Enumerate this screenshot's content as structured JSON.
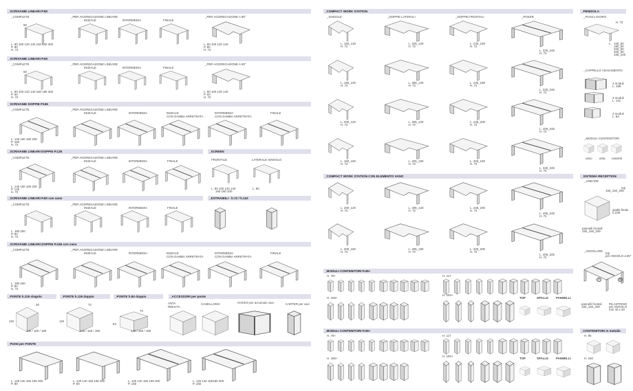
{
  "colors": {
    "header_bg": "#dfe0ec",
    "line": "#555555",
    "panel": "#d9d9d9",
    "top": "#f2f2f2"
  },
  "left": {
    "s1": {
      "title": "_SCRIVANIE LINEARI P.80",
      "complete": "_COMPLETE",
      "linear": "_PER AGGREGAZIONE LINEARE",
      "initial": "INIZIALE",
      "intermediate": "INTERMEDIA",
      "final": "FINALE",
      "a90": "_PER AGGREGAZIONE A 90°",
      "depth": "80",
      "dims": [
        "L.  80 100 120 140 160 180 200",
        "P.  80",
        "H.  72"
      ],
      "dims90": [
        "L.  80 100 120 140",
        "P.  80",
        "H.  72"
      ]
    },
    "s2": {
      "title": "_SCRIVANIE LINEARI P.60",
      "complete": "_COMPLETE",
      "linear": "_PER AGGREGAZIONE LINEARE",
      "initial": "INIZIALE",
      "intermediate": "INTERMEDIA",
      "final": "FINALE",
      "a90": "_PER AGGREGAZIONE A 90°",
      "depth": "60",
      "dims": [
        "L.  80 100 120 140 160 180 200",
        "P.  60",
        "H.  72"
      ],
      "dims90": [
        "L.  80 100 120 140",
        "P.  60",
        "H.  72"
      ]
    },
    "s3": {
      "title": "_SCRIVANIE DOPPIE P165",
      "complete": "_COMPLETE",
      "linear": "_PER AGGREGAZIONE LINEARE",
      "initial": "INIZIALE",
      "intermediate": "INTERMEDIA",
      "initial_back": "INIZIALE",
      "intermediate_back": "INTERMEDIA",
      "back_leg": "CON GAMBA ARRETRATA",
      "final": "FINALE",
      "dims": [
        "L.  140 160 180 200",
        "P.  165",
        "H.  72"
      ]
    },
    "s4": {
      "title": "_SCRIVANIE LINEARI DOPPIE P.125",
      "complete": "_COMPLETE",
      "linear": "_PER AGGREGAZIONE LINEARE",
      "initial": "INIZIALE",
      "intermediate": "INTERMEDIA",
      "final": "FINALE",
      "dims": [
        "L.  140 160 180 200",
        "P.  125",
        "H.  72"
      ]
    },
    "screen": {
      "title": "_SCREEN",
      "front": "FRONTALE",
      "side": "LATERALE SINGOLO",
      "dims_front": [
        "L.  80 100 120 140",
        "160 180 200"
      ],
      "dims_side": "L.  80"
    },
    "s5": {
      "title": "_SCRIVANIE LINEARI P.80 con vano",
      "complete": "_COMPLETE",
      "linear": "_PER AGGREGAZIONE LINEARE",
      "initial": "INIZIALE",
      "intermediate": "INTERMEDIA",
      "final": "FINALE",
      "dims": [
        "L.  180 200",
        "P.  80",
        "H.  72"
      ]
    },
    "estraibili": {
      "title": "_ESTRAIBILI - h.72 / h.110"
    },
    "s6": {
      "title": "_SCRIVANIE LINEARI DOPPIE P.165 con vano",
      "complete": "_COMPLETE",
      "linear": "_PER AGGREGAZIONE LINEARE",
      "initial": "INIZIALE",
      "intermediate": "INTERMEDIA",
      "initial_back": "INIZIALE",
      "intermediate_back": "INTERMEDIA",
      "back_leg": "CON GAMBA ARRETRATA",
      "final": "FINALE",
      "dims": [
        "L.  180 200",
        "P.  80",
        "H.  72"
      ]
    },
    "ponte1": {
      "title": "_PONTE h.119 singolo",
      "h": "119",
      "d": "30",
      "l": "140 / 160 / 180"
    },
    "ponte2": {
      "title": "_PONTE h.119 doppio",
      "h": "119",
      "d": "72",
      "l": "140 / 160 / 180"
    },
    "ponte3": {
      "title": "_PONTE h.84 doppio",
      "h": "84",
      "d": "70",
      "l": "140 / 160 / 180"
    },
    "accessori": {
      "title": "_ACCESSORI per ponte",
      "anta": "ANTA RIBALTA",
      "casellario": "CASELLARIO",
      "vassoi": "VASSOI per accumulo cavi",
      "carter": "CARTER per cavi"
    },
    "piani": {
      "title": "_PIANI per PONTE",
      "items": [
        [
          "L.  120 140 160 180 200",
          "P.  80"
        ],
        [
          "L.  120 140 160 180 200",
          "P.  80"
        ],
        [
          "L.  120 140 160 180 200",
          "P.  165"
        ],
        [
          "L.  120 140 160180 200",
          "P.  165"
        ]
      ]
    }
  },
  "right": {
    "cws": {
      "title": "_COMPACT WORK STATION",
      "cols": [
        "_SINGOLE",
        "_DOPPIE LATERALI",
        "_DOPPIE FRONTALI",
        "_POKER"
      ],
      "rows": [
        [
          "L.  160_120",
          "L.  325_120",
          "L.  245_160",
          "L.  325_245"
        ],
        [
          "L.  180_120",
          "L.  365_120",
          "L.  245_180",
          "L.  325_245"
        ],
        [
          "L.  200_120",
          "L.  405_120",
          "L.  245_200",
          "L.  405_245"
        ],
        [
          "L.  160_160",
          "L.  325_160",
          "L.  325_160",
          "L.  325_325"
        ]
      ],
      "h": "H.  72"
    },
    "vano": {
      "title": "_COMPACT WORK STATION CON ELEMENTO VANO",
      "rows": [
        [
          "L.  200_120",
          "L.  405_120",
          "L.  245_200",
          "L.  405_245"
        ],
        [
          "L.  200_160",
          "L.  405_160",
          "L.  325_200",
          "L.  405_325"
        ]
      ],
      "h": "H.  72"
    },
    "m45": {
      "title": "_MODULI CONTENITORI P.45+",
      "h78": "H.  78+",
      "h117": "H.  117",
      "h158": "H.  158+",
      "h193": "H.  193+",
      "top": "TOP",
      "spalle": "SPALLE",
      "pannelli": "PANNELLI"
    },
    "m35": {
      "title": "_MODULI CONTENITORI P.35+",
      "h78": "H.  78+",
      "h117": "H.  117",
      "h158": "H.  158+",
      "h193": "H.  193+",
      "top": "TOP",
      "spalle": "SPALLE",
      "pannelli": "PANNELLI"
    },
    "penisola": {
      "title": "_PENISOLA",
      "piani": "_PIANI LAVORO",
      "h": "H.  72",
      "l": "L.",
      "sizes": [
        "160_80",
        "180_80",
        "200_80",
        "200_80",
        "165_165"
      ],
      "cappello": "_CAPPELLO / BASAMENTO",
      "m4": "4 moduli",
      "l4": "L.  188",
      "m3": "3 moduli",
      "l3": "L.  141",
      "m2": "2 moduli",
      "l2": "L.  94",
      "moduli": "_MODULI CONTENITORI",
      "vano": "vano",
      "anta": "anta",
      "cassetti": "cassetti"
    },
    "reception": {
      "title": "_SISTEMA RECEPTION",
      "lineare": "_LINEARE",
      "top": "top",
      "top_sizes": "150_160_200",
      "spalla": "spalla finale",
      "spalla_h": "h.108",
      "pannelli": "pannelli frontali",
      "pannelli_sizes": "150_160_200",
      "angolare": "_ANGOLARE",
      "top_ang": "top",
      "top_ang2": "per ANGOLO a 90°",
      "pannelli2": "pannelli frontali",
      "pannelli2_sizes": "150_160_200",
      "pilastrino": "PILASTRINO",
      "pilastrino2": "per ANGOLO",
      "pilastrino3": "mm 40 x 40",
      "a": "A",
      "b": "B"
    },
    "metallo": {
      "title": "_CONTENITORI in metallo",
      "h80": "H.  80",
      "h160": "H.  160"
    }
  }
}
